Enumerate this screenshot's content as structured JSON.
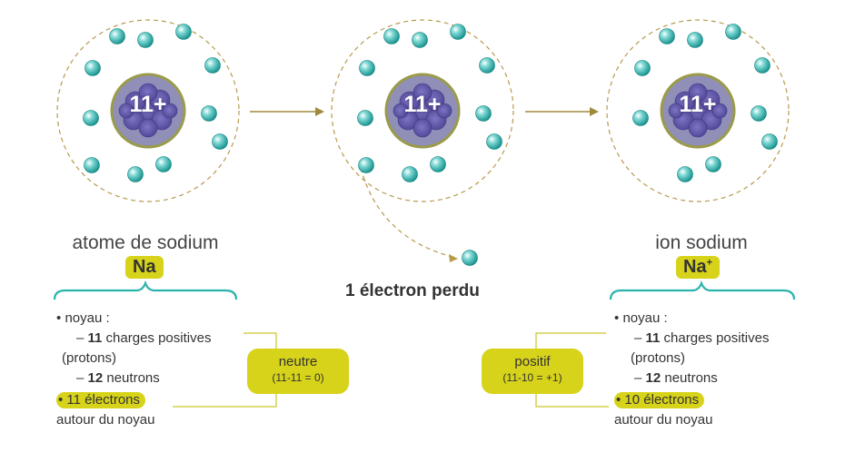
{
  "nucleus_charge": "11+",
  "colors": {
    "electron": "#1aa7a3",
    "orbit": "#b79a4e",
    "nucleus": "#6b62b3",
    "nucleus_ring": "#9a9b4a",
    "bracket": "#2ab3ac",
    "highlight": "#d7d31a",
    "connector": "#c9c62a"
  },
  "atom": {
    "caption": "atome de sodium",
    "symbol": "Na",
    "list": {
      "nucleus_label": "noyau :",
      "charges_count": "11",
      "charges_text": "charges positives",
      "protons": "(protons)",
      "neutrons_count": "12",
      "neutrons_text": "neutrons",
      "electrons_text": "11 électrons",
      "around": "autour du noyau"
    },
    "charge_box": {
      "label": "neutre",
      "formula": "(11-11 = 0)"
    }
  },
  "ion": {
    "caption": "ion sodium",
    "symbol": "Na",
    "symbol_sup": "+",
    "list": {
      "nucleus_label": "noyau :",
      "charges_count": "11",
      "charges_text": "charges positives",
      "protons": "(protons)",
      "neutrons_count": "12",
      "neutrons_text": "neutrons",
      "electrons_text": "10 électrons",
      "around": "autour du noyau"
    },
    "charge_box": {
      "label": "positif",
      "formula": "(11-10 = +1)"
    }
  },
  "lost_electron": "1 électron perdu"
}
